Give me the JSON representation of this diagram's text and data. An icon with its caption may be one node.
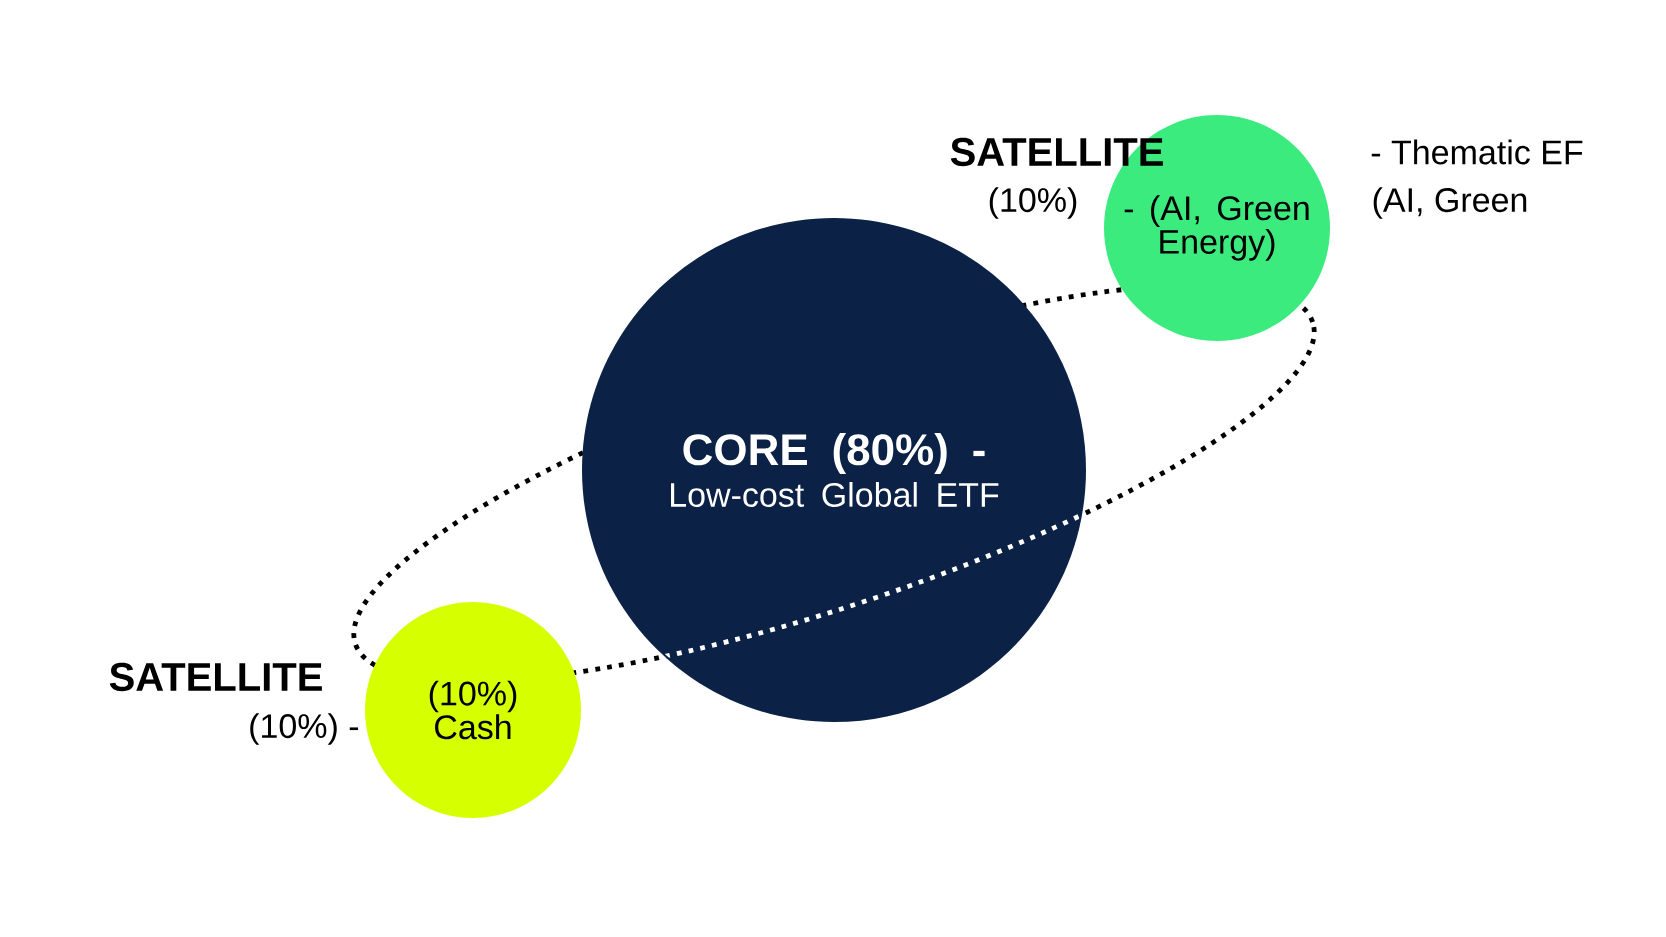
{
  "diagram": {
    "nodes": [
      {
        "text": [
          "CORE (80%) -",
          "Low-cost Global ETF"
        ]
      },
      {
        "text": [
          "- (AI, Green Energy)"
        ],
        "beside": [
          "SATELLITE",
          "(10%)"
        ]
      },
      {
        "text": [
          "(10%)",
          "Cash"
        ],
        "beside": [
          "SATELLITE",
          "(10%) -"
        ]
      }
    ],
    "labels": [
      "- Thematic EF",
      "(AI, Green"
    ]
  }
}
